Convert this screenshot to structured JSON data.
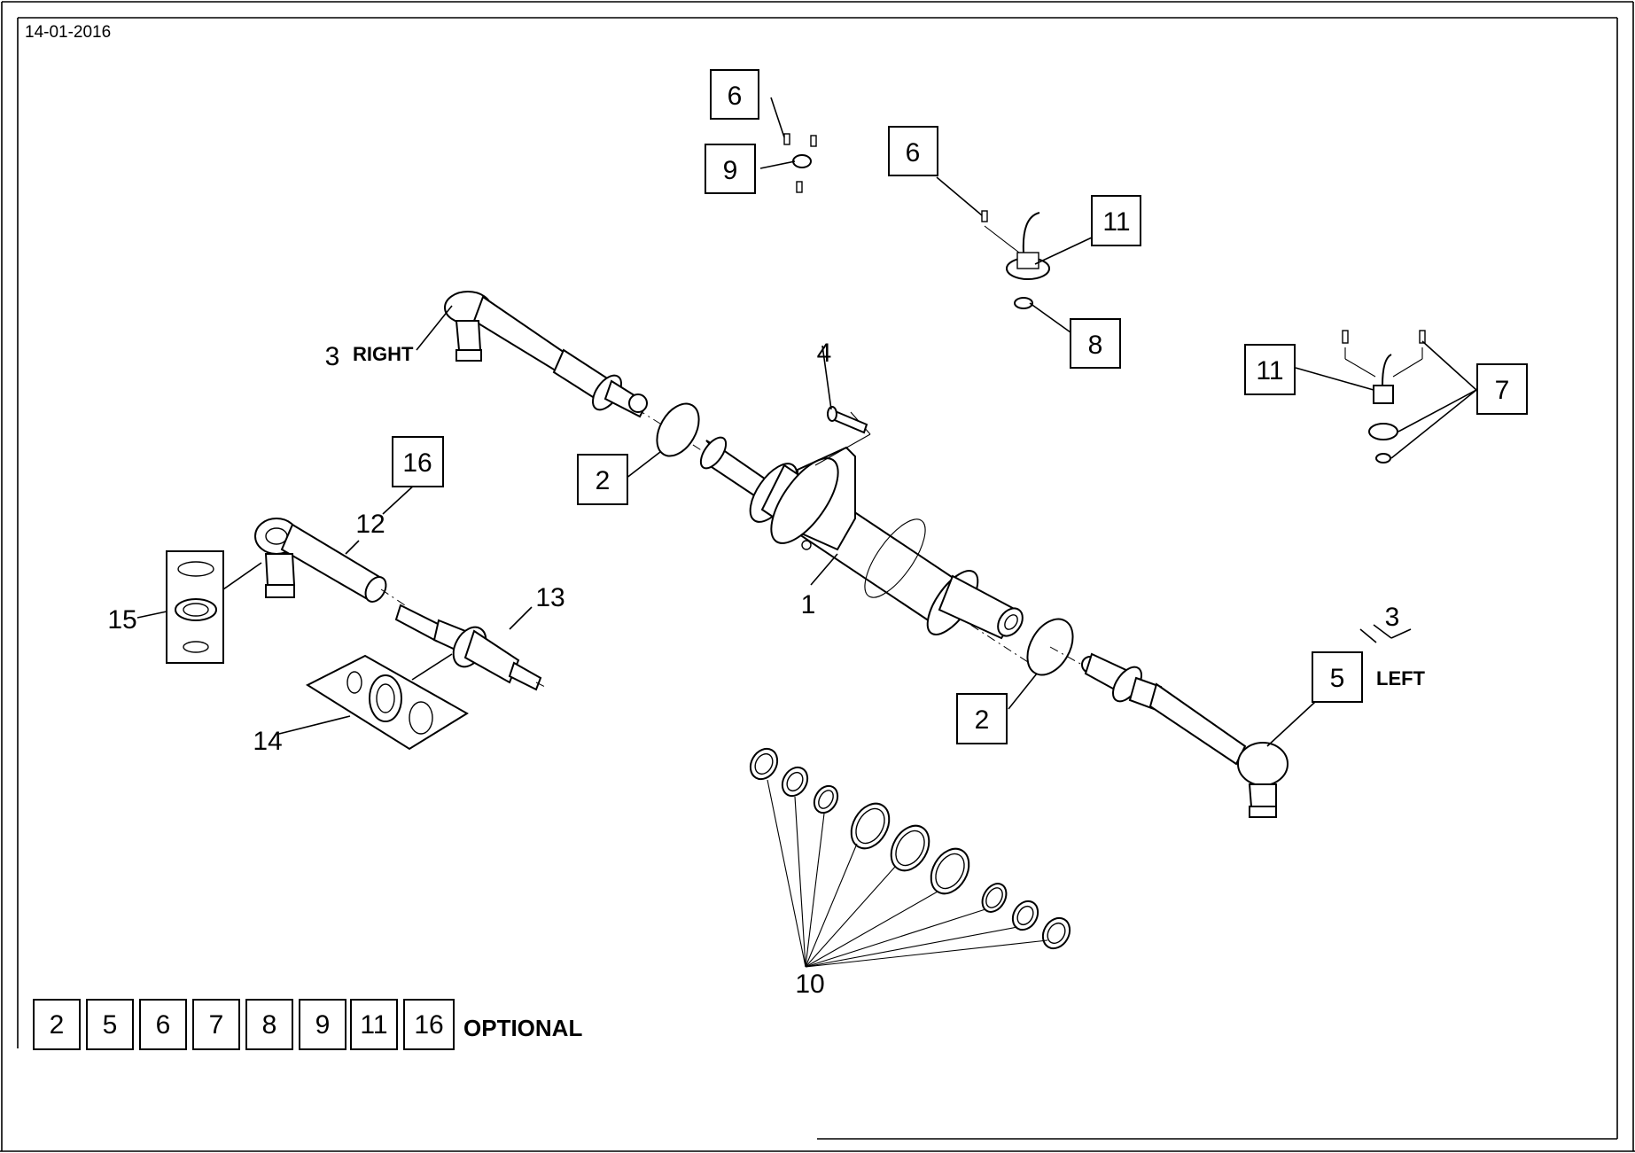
{
  "header": {
    "date": "14-01-2016"
  },
  "callouts": {
    "c1": "1",
    "c2a": "2",
    "c2b": "2",
    "c3_right": "3",
    "right_label": "RIGHT",
    "c3_left": "3",
    "left_label": "LEFT",
    "c4": "4",
    "c5": "5",
    "c6a": "6",
    "c6b": "6",
    "c7": "7",
    "c8": "8",
    "c9": "9",
    "c10": "10",
    "c11a": "11",
    "c11b": "11",
    "c12": "12",
    "c13": "13",
    "c14": "14",
    "c15": "15",
    "c16": "16"
  },
  "legend": {
    "items": [
      "2",
      "5",
      "6",
      "7",
      "8",
      "9",
      "11",
      "16"
    ],
    "label": "OPTIONAL"
  }
}
